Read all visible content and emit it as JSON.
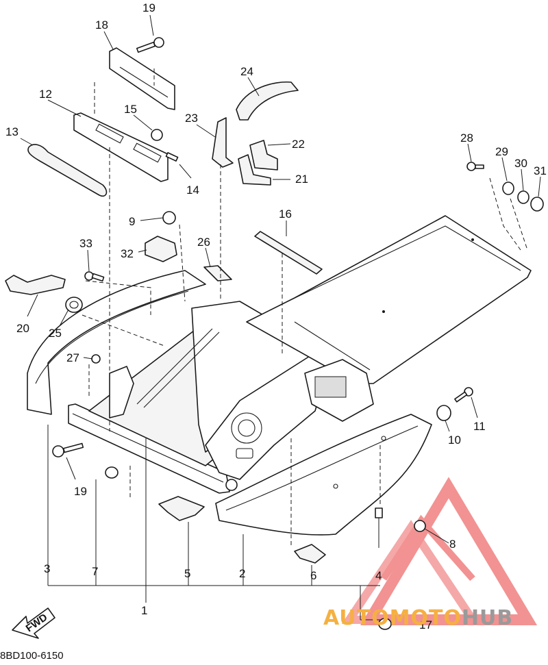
{
  "diagram": {
    "code": "8BD100-6150",
    "fwd_label": "FWD",
    "watermark": {
      "part1": "AUTOMOTO",
      "part2": "HUB",
      "color1": "#f5b042",
      "color2": "#9a9a9a",
      "logo_color": "#f08080"
    },
    "callouts": [
      "19",
      "18",
      "24",
      "12",
      "15",
      "23",
      "22",
      "13",
      "21",
      "14",
      "28",
      "29",
      "30",
      "31",
      "9",
      "16",
      "33",
      "32",
      "26",
      "20",
      "25",
      "27",
      "11",
      "10",
      "19",
      "8",
      "3",
      "7",
      "5",
      "2",
      "6",
      "4",
      "1",
      "17"
    ]
  }
}
